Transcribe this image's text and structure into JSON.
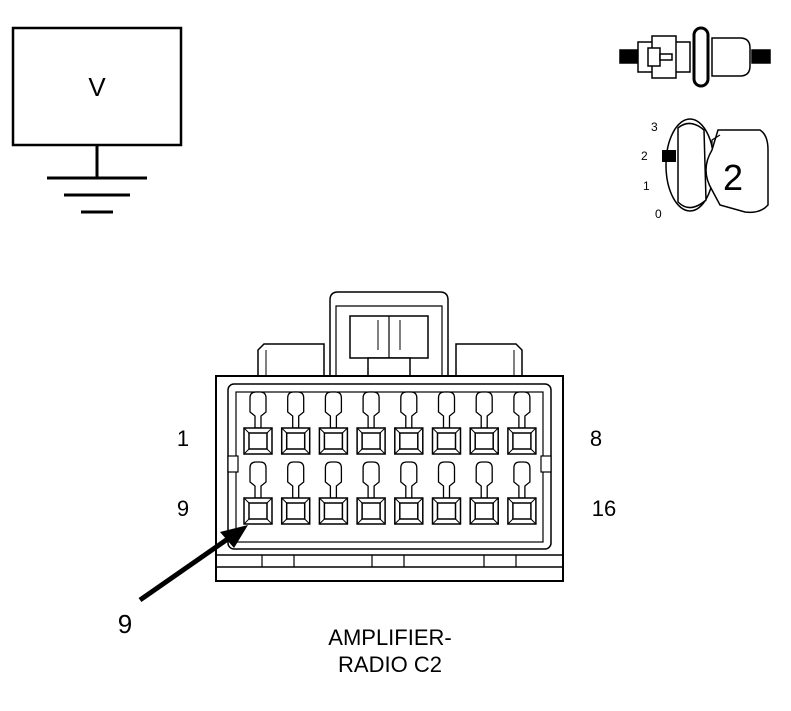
{
  "meter": {
    "label": "V"
  },
  "ignition": {
    "positions": [
      "3",
      "2",
      "1",
      "0"
    ],
    "selected": "2"
  },
  "connector": {
    "pin_row1_left": "1",
    "pin_row1_right": "8",
    "pin_row2_left": "9",
    "pin_row2_right": "16",
    "pointer_label": "9",
    "name_line1": "AMPLIFIER-",
    "name_line2": "RADIO C2"
  }
}
